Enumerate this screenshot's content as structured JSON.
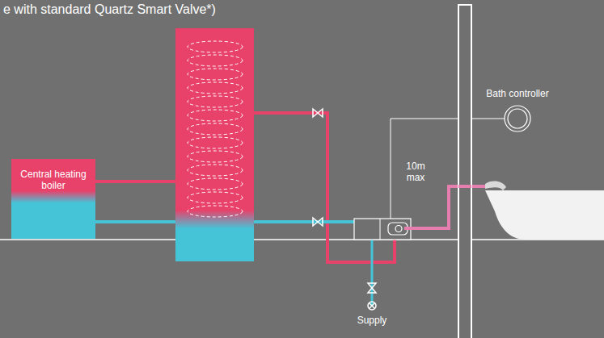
{
  "diagram": {
    "nodes": [
      {
        "text": [
          "Central heating boiler"
        ]
      },
      {
        "text": [
          "Bath controller"
        ]
      }
    ],
    "labels": [
      "e with standard Quartz Smart Valve*)",
      "10m max",
      "Supply"
    ]
  }
}
